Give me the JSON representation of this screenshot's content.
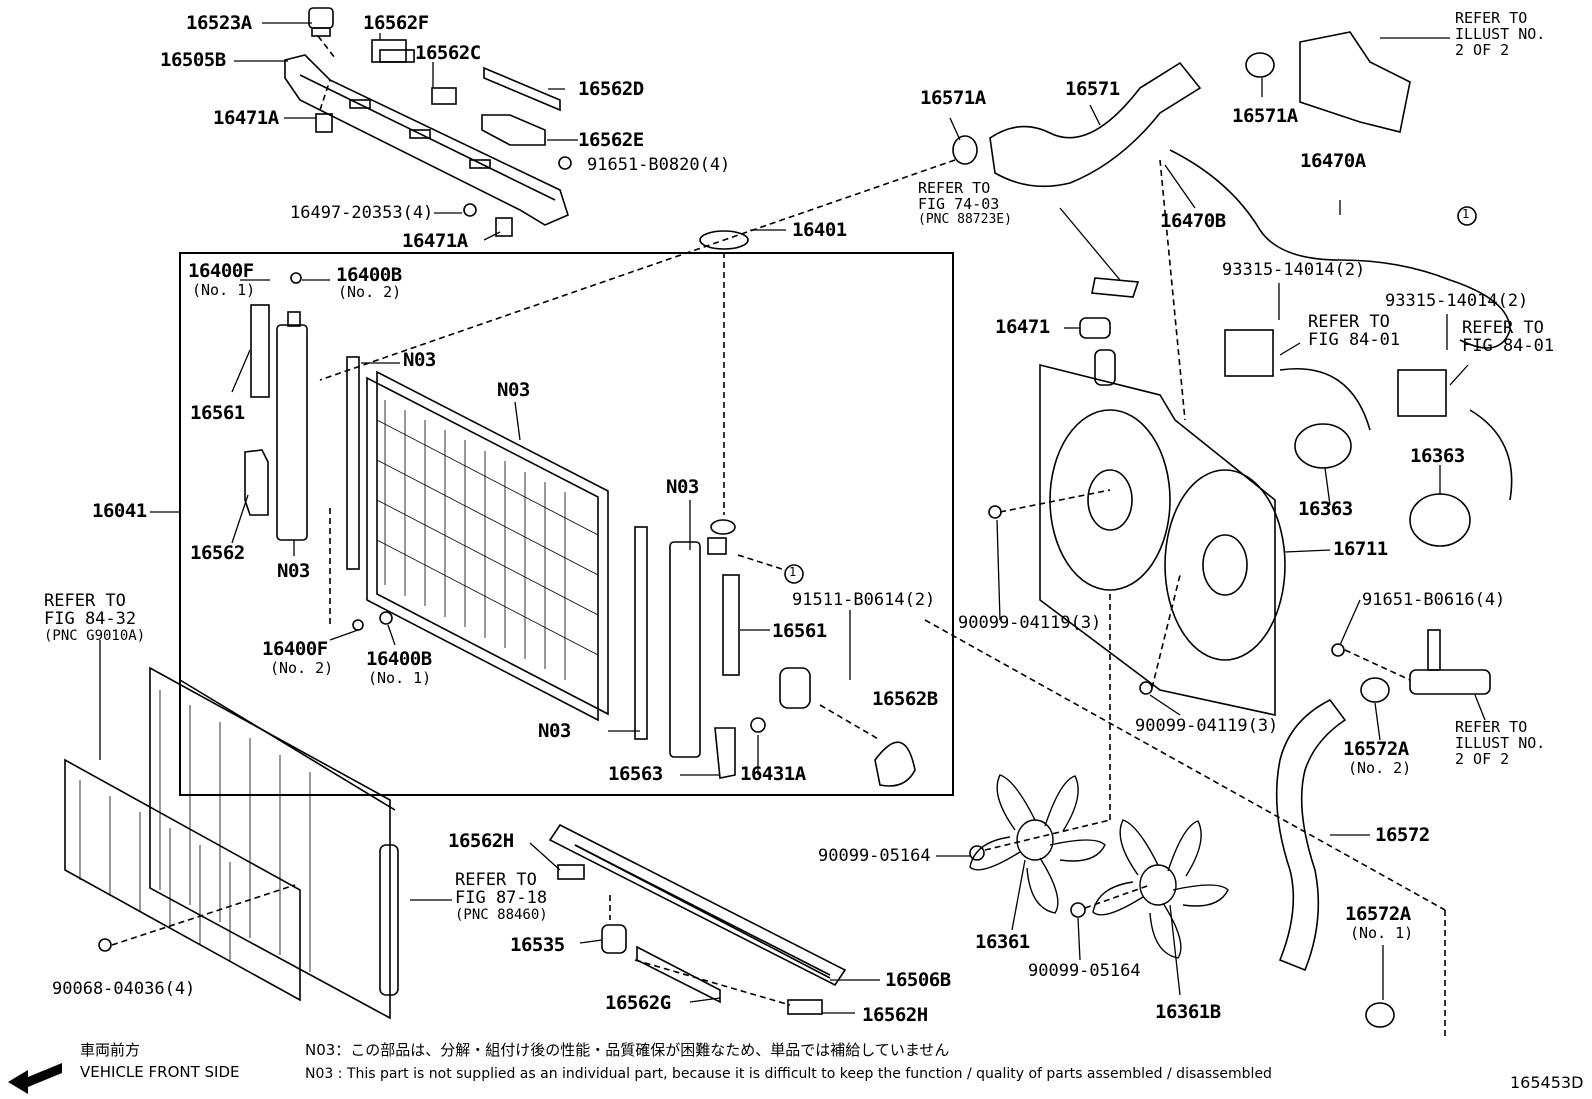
{
  "diagram": {
    "id": "165453D",
    "labels": {
      "p16523A": "16523A",
      "p16505B": "16505B",
      "p16562F": "16562F",
      "p16562C": "16562C",
      "p16562D": "16562D",
      "p16471A_1": "16471A",
      "p16562E": "16562E",
      "p91651_B0820": "91651-B0820(4)",
      "p16497_20353": "16497-20353(4)",
      "p16471A_2": "16471A",
      "p16401": "16401",
      "p16400F_top": "16400F",
      "p16400F_top_sub": "(No. 1)",
      "p16400B_top": "16400B",
      "p16400B_top_sub": "(No. 2)",
      "pN03_a": "N03",
      "pN03_b": "N03",
      "p16561_a": "16561",
      "p16041": "16041",
      "p16562": "16562",
      "pN03_c": "N03",
      "pN03_d": "N03",
      "p91511_B0614": "91511-B0614(2)",
      "p16561_b": "16561",
      "p16400F_bot": "16400F",
      "p16400F_bot_sub": "(No. 2)",
      "p16400B_bot": "16400B",
      "p16400B_bot_sub": "(No. 1)",
      "p16562B": "16562B",
      "pN03_e": "N03",
      "p16563": "16563",
      "p16431A": "16431A",
      "p16571A_1": "16571A",
      "p16571": "16571",
      "p16571A_2": "16571A",
      "p16470A": "16470A",
      "p16470B": "16470B",
      "p16471": "16471",
      "p93315_a": "93315-14014(2)",
      "p93315_b": "93315-14014(2)",
      "p16363_a": "16363",
      "p16363_b": "16363",
      "p16711": "16711",
      "p90099_04119_a": "90099-04119(3)",
      "p91651_B0616": "91651-B0616(4)",
      "p90099_04119_b": "90099-04119(3)",
      "p16572A_1": "16572A",
      "p16572A_1_sub": "(No. 2)",
      "p16572": "16572",
      "p16572A_2": "16572A",
      "p16572A_2_sub": "(No. 1)",
      "p90099_05164_a": "90099-05164",
      "p16361": "16361",
      "p90099_05164_b": "90099-05164",
      "p16361B": "16361B",
      "p16562H_1": "16562H",
      "p16535": "16535",
      "p16506B": "16506B",
      "p16562G": "16562G",
      "p16562H_2": "16562H",
      "p90068_04036": "90068-04036(4)"
    },
    "refers": {
      "illust_top": [
        "REFER TO",
        "ILLUST NO.",
        "2 OF 2"
      ],
      "fig74": [
        "REFER TO",
        "FIG 74-03",
        "(PNC 88723E)"
      ],
      "fig84_01_a": [
        "REFER TO",
        "FIG 84-01"
      ],
      "fig84_01_b": [
        "REFER TO",
        "FIG 84-01"
      ],
      "fig84_32": [
        "REFER TO",
        "FIG 84-32",
        "(PNC G9010A)"
      ],
      "fig87_18": [
        "REFER TO",
        "FIG 87-18",
        "(PNC 88460)"
      ],
      "illust_bot": [
        "REFER TO",
        "ILLUST NO.",
        "2 OF 2"
      ]
    },
    "circle_marker": "1",
    "footer": {
      "front_jp": "車両前方",
      "front_en": "VEHICLE FRONT SIDE",
      "note_jp": "N03：この部品は、分解・組付け後の性能・品質確保が困難なため、単品では補給していません",
      "note_en": "N03 : This part is not supplied as an individual part, because it is difficult to keep the function / quality of parts assembled / disassembled"
    }
  }
}
